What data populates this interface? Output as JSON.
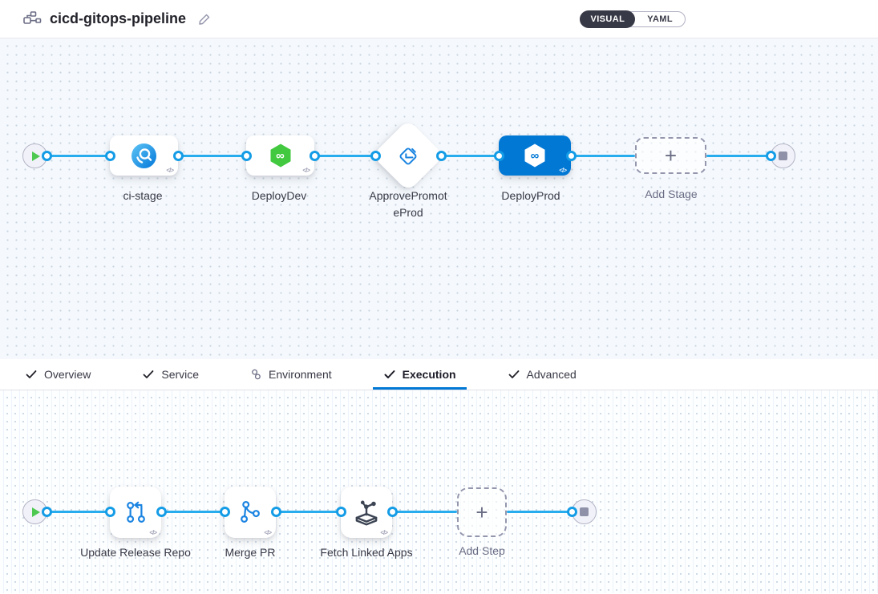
{
  "header": {
    "pipeline_icon": "pipeline-graph-icon",
    "title": "cicd-gitops-pipeline",
    "edit_icon": "pencil-icon",
    "mode_toggle": {
      "options": [
        "VISUAL",
        "YAML"
      ],
      "selected": "VISUAL"
    }
  },
  "stage_pipeline": {
    "start_icon": "play-icon",
    "end_icon": "stop-icon",
    "stages": [
      {
        "label": "ci-stage",
        "icon": "ci-build-icon",
        "shape": "rounded-rect",
        "selected": false
      },
      {
        "label": "DeployDev",
        "icon": "cd-hexagon-infinity-icon",
        "shape": "rounded-rect",
        "selected": false
      },
      {
        "label": "ApprovePromoteProd",
        "label_line1": "ApprovePromot",
        "label_line2": "eProd",
        "icon": "approval-check-icon",
        "shape": "diamond",
        "selected": false
      },
      {
        "label": "DeployProd",
        "icon": "cd-hexagon-infinity-icon",
        "shape": "rounded-rect",
        "selected": true
      }
    ],
    "add_stage": {
      "label": "Add Stage",
      "icon": "plus-icon"
    },
    "node_code_glyph": "</>"
  },
  "tabs": [
    {
      "label": "Overview",
      "icon": "check-icon",
      "active": false
    },
    {
      "label": "Service",
      "icon": "check-icon",
      "active": false
    },
    {
      "label": "Environment",
      "icon": "environment-status-icon",
      "active": false
    },
    {
      "label": "Execution",
      "icon": "check-icon",
      "active": true
    },
    {
      "label": "Advanced",
      "icon": "check-icon",
      "active": false
    }
  ],
  "execution_pipeline": {
    "start_icon": "play-icon",
    "end_icon": "stop-icon",
    "steps": [
      {
        "label": "Update Release Repo",
        "icon": "git-update-icon"
      },
      {
        "label": "Merge PR",
        "icon": "git-merge-icon"
      },
      {
        "label": "Fetch Linked Apps",
        "icon": "gitops-fetch-icon"
      }
    ],
    "add_step": {
      "label": "Add Step",
      "icon": "plus-icon"
    },
    "node_code_glyph": "</>"
  },
  "colors": {
    "accent_blue": "#0278d5",
    "flow_line_blue": "#27aced",
    "cd_green": "#42c93f",
    "ci_blue": "#1486df",
    "toggle_dark": "#383946",
    "canvas_top_bg": "#f5f9fd",
    "canvas_bottom_bg": "#fdfeff"
  }
}
